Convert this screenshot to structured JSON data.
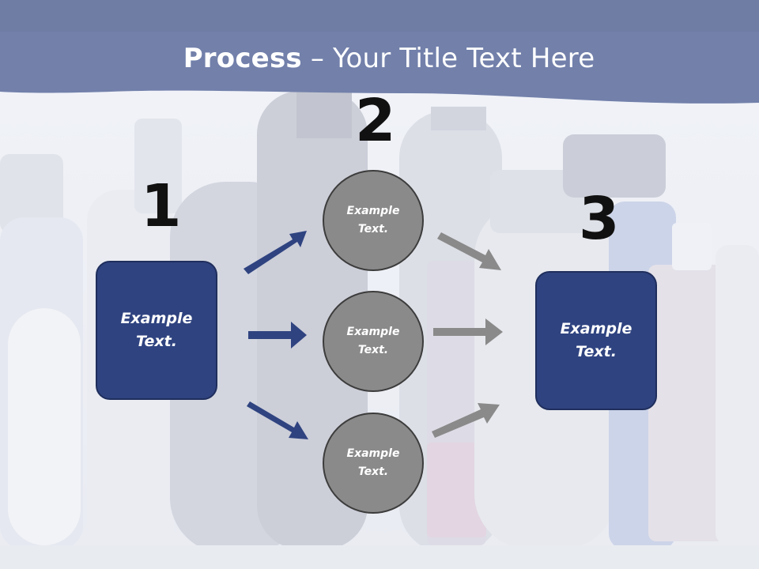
{
  "title": {
    "bold": "Process",
    "rest": " – Your Title Text Here"
  },
  "colors": {
    "header": "#2f4380",
    "box": "#2f4380",
    "circle": "#8a8a8a",
    "blue_arrow": "#2f4380",
    "gray_arrow": "#8a8a8a"
  },
  "steps": {
    "one": {
      "number": "1",
      "text": "Example\nText."
    },
    "two": {
      "number": "2"
    },
    "three": {
      "number": "3",
      "text": "Example\nText."
    }
  },
  "circles": [
    {
      "text": "Example\nText."
    },
    {
      "text": "Example\nText."
    },
    {
      "text": "Example\nText."
    }
  ]
}
